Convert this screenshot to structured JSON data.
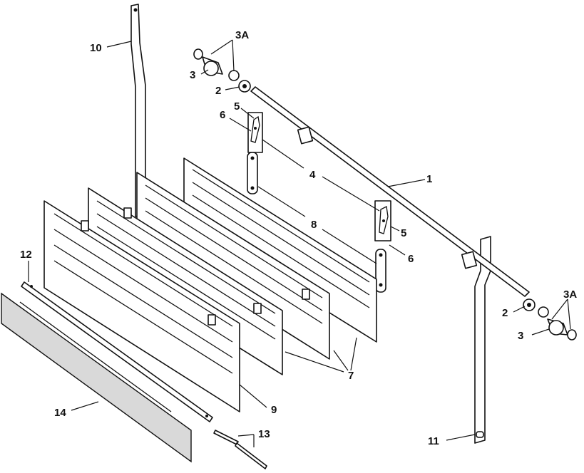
{
  "callouts": {
    "c1": "1",
    "c2a": "2",
    "c2b": "2",
    "c3a": "3",
    "c3b": "3",
    "c3Aa": "3A",
    "c3Ab": "3A",
    "c4": "4",
    "c5a": "5",
    "c5b": "5",
    "c6a": "6",
    "c6b": "6",
    "c7": "7",
    "c8": "8",
    "c9": "9",
    "c10": "10",
    "c11": "11",
    "c12": "12",
    "c13": "13",
    "c14": "14"
  }
}
